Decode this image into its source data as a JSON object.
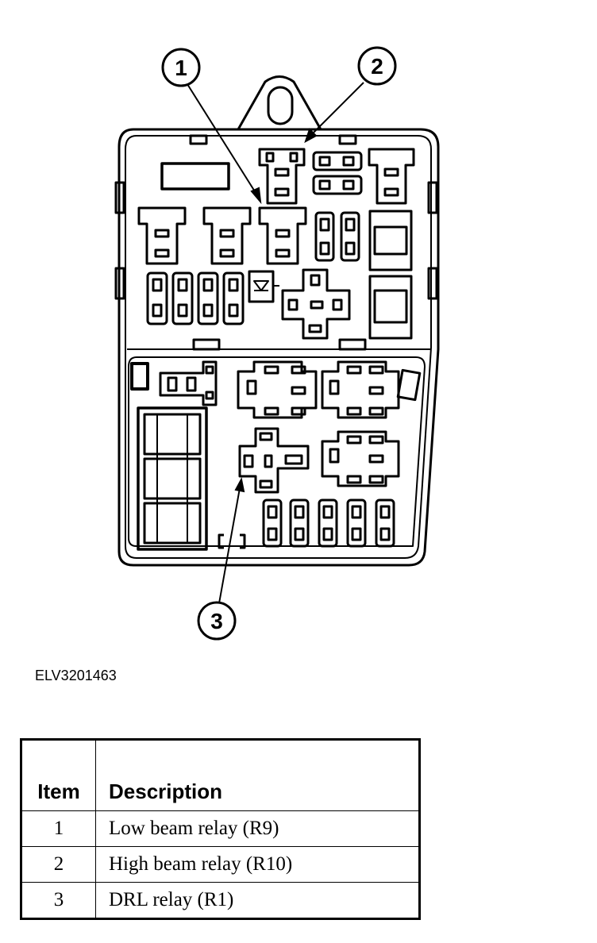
{
  "callouts": [
    "1",
    "2",
    "3"
  ],
  "figure_id": "ELV3201463",
  "table": {
    "headers": {
      "item": "Item",
      "description": "Description"
    },
    "rows": [
      {
        "item": "1",
        "description": "Low beam relay (R9)"
      },
      {
        "item": "2",
        "description": "High beam relay (R10)"
      },
      {
        "item": "3",
        "description": "DRL relay (R1)"
      }
    ]
  }
}
